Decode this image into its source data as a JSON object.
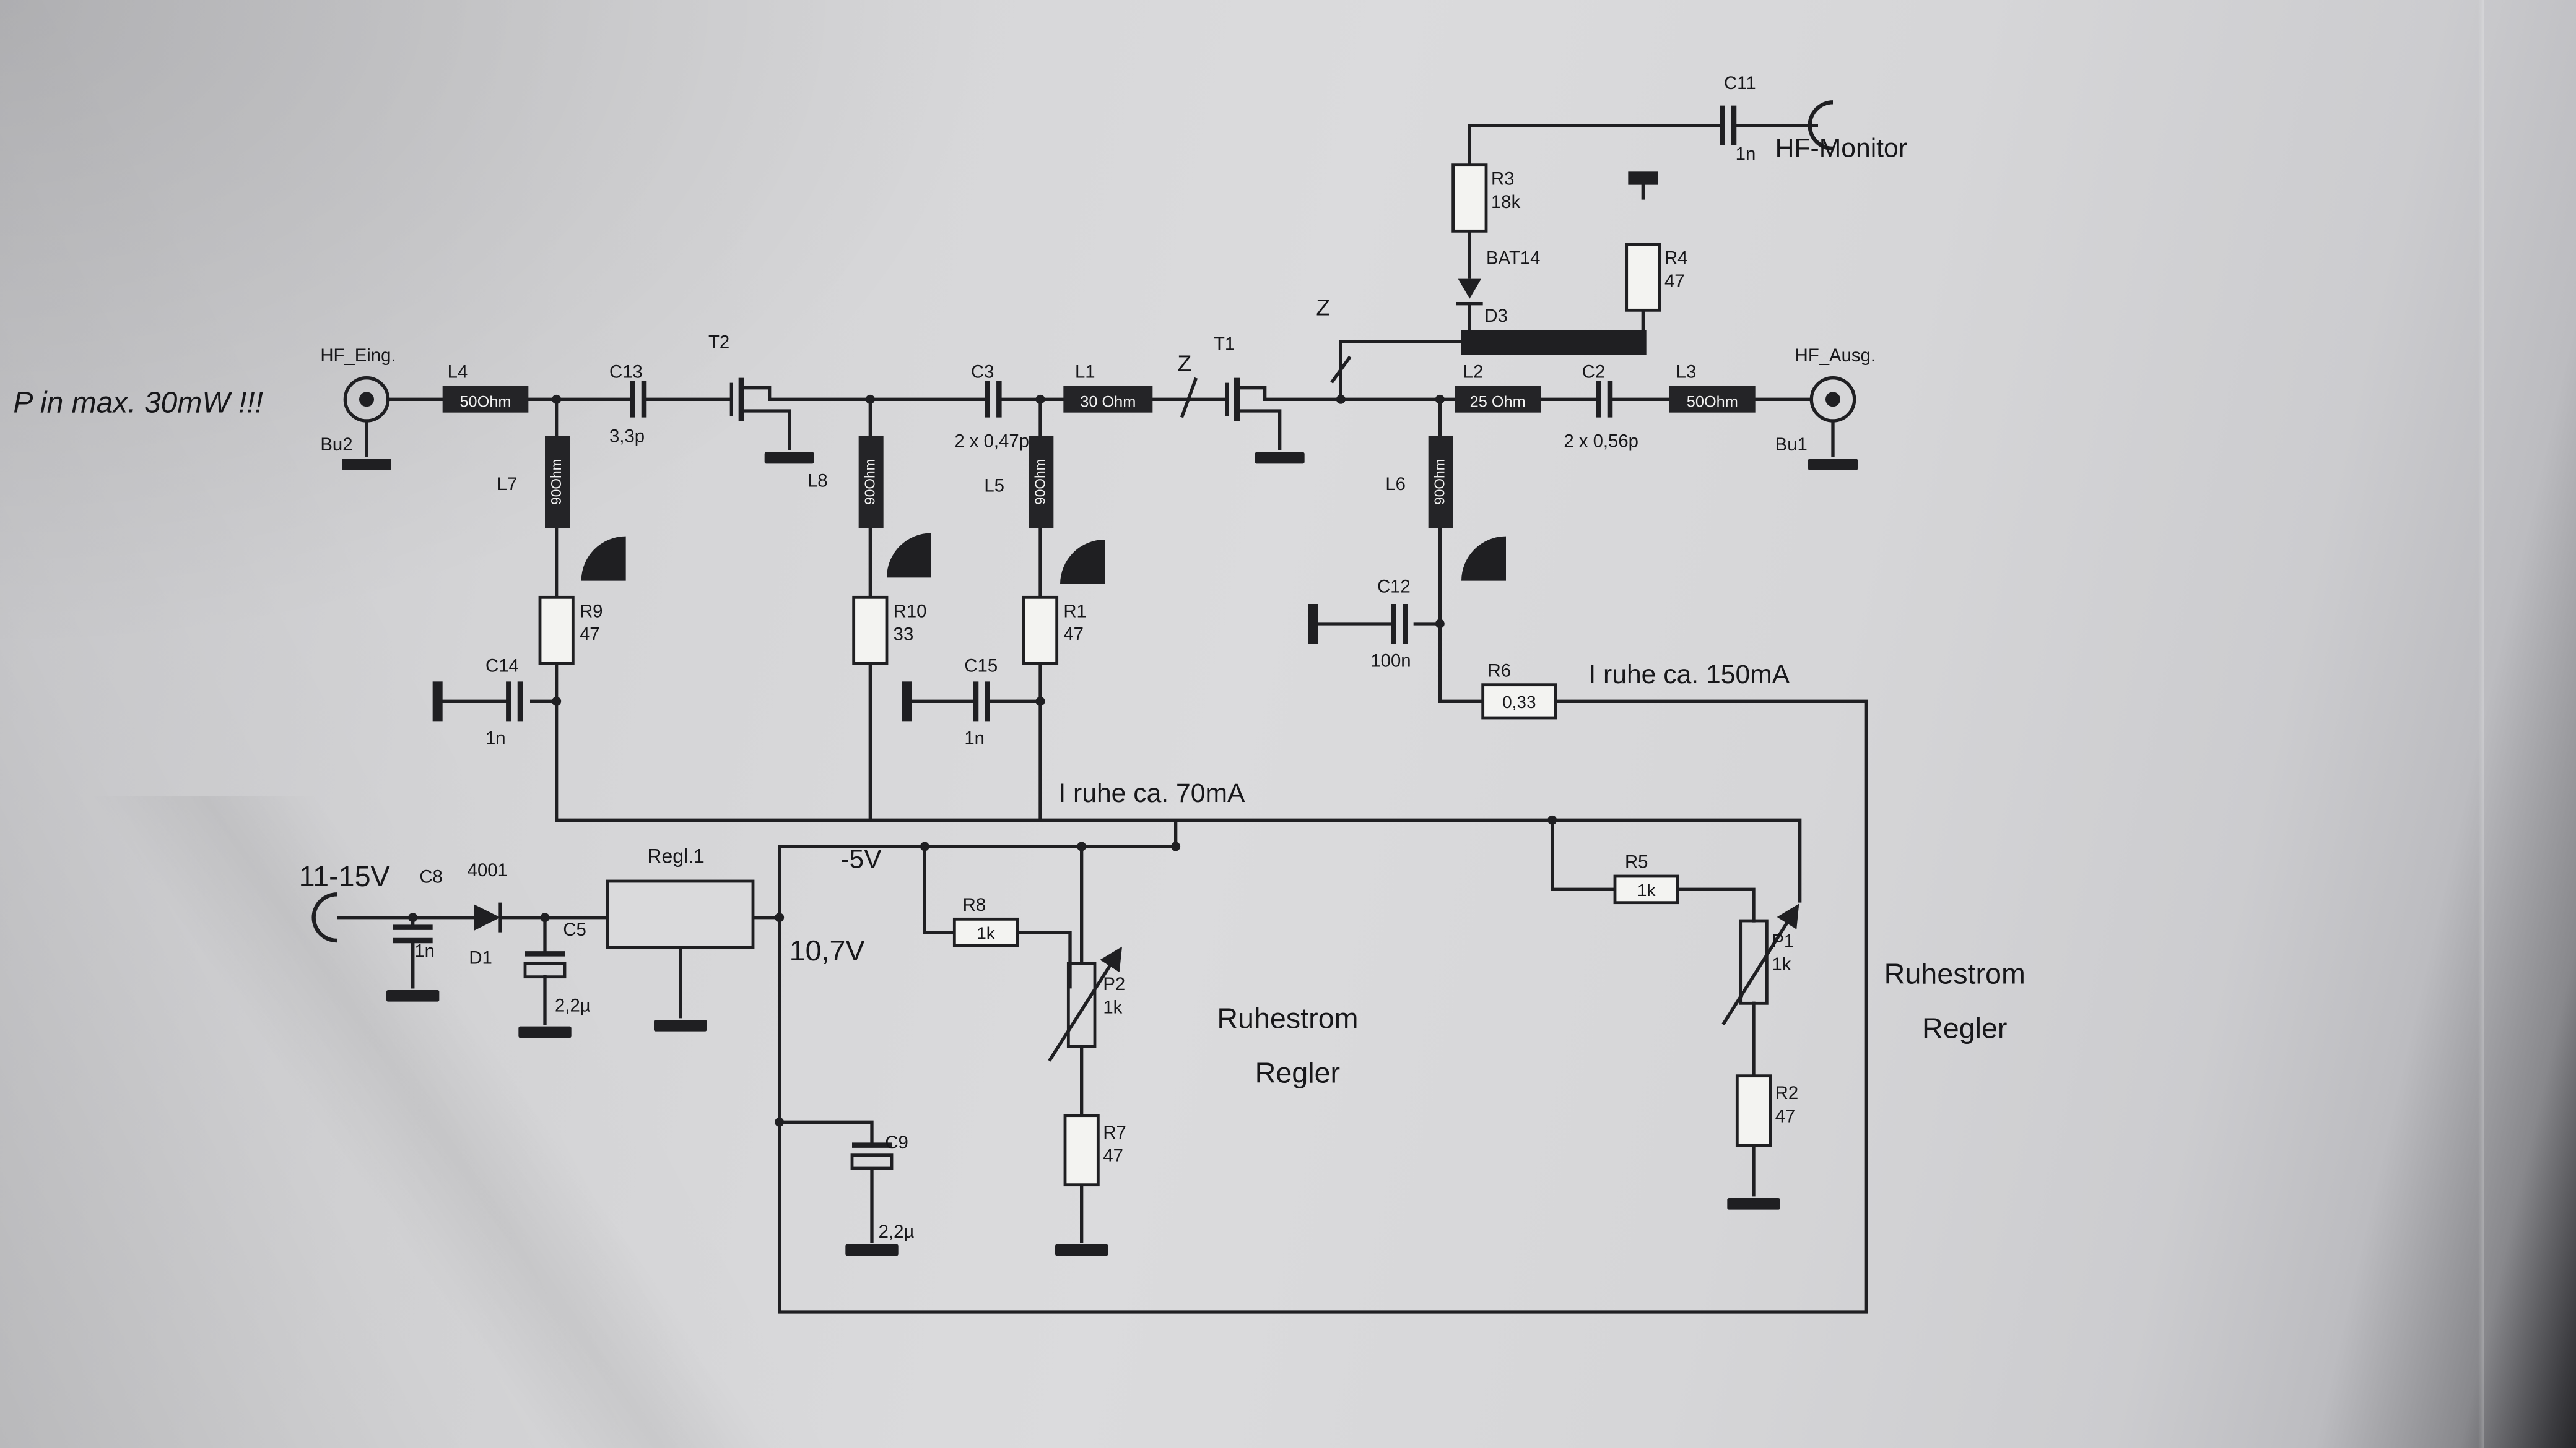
{
  "annotations": {
    "p_in_max": "P in max. 30mW !!!",
    "hf_monitor": "HF-Monitor",
    "i_ruhe_150": "I ruhe ca. 150mA",
    "i_ruhe_70": "I ruhe ca. 70mA",
    "supply_range": "11-15V",
    "neg_rail": "-5V",
    "reg_voltage": "10,7V",
    "z_bead_1": "Z",
    "z_bead_2": "Z",
    "ruhestrom_center_line1": "Ruhestrom",
    "ruhestrom_center_line2": "Regler",
    "ruhestrom_right_line1": "Ruhestrom",
    "ruhestrom_right_line2": "Regler"
  },
  "connectors": {
    "bu2": {
      "ref": "Bu2",
      "label": "HF_Eing."
    },
    "bu1": {
      "ref": "Bu1",
      "label": "HF_Ausg."
    }
  },
  "transistors": {
    "t2": {
      "ref": "T2"
    },
    "t1": {
      "ref": "T1"
    }
  },
  "striplines": {
    "l4": {
      "ref": "L4",
      "value": "50Ohm"
    },
    "l1": {
      "ref": "L1",
      "value": "30 Ohm"
    },
    "l2": {
      "ref": "L2",
      "value": "25 Ohm"
    },
    "l3": {
      "ref": "L3",
      "value": "50Ohm"
    },
    "l7": {
      "ref": "L7",
      "value": "90Ohm"
    },
    "l8": {
      "ref": "L8",
      "value": "90Ohm"
    },
    "l5": {
      "ref": "L5",
      "value": "90Ohm"
    },
    "l6": {
      "ref": "L6",
      "value": "90Ohm"
    }
  },
  "capacitors": {
    "c13": {
      "ref": "C13",
      "value": "3,3p"
    },
    "c3": {
      "ref": "C3",
      "value": "2 x 0,47p"
    },
    "c2": {
      "ref": "C2",
      "value": "2 x 0,56p"
    },
    "c11": {
      "ref": "C11",
      "value": "1n"
    },
    "c14": {
      "ref": "C14",
      "value": "1n"
    },
    "c15": {
      "ref": "C15",
      "value": "1n"
    },
    "c12": {
      "ref": "C12",
      "value": "100n"
    },
    "c8": {
      "ref": "C8",
      "value": "1n"
    },
    "c5": {
      "ref": "C5",
      "value": "2,2µ"
    },
    "c9": {
      "ref": "C9",
      "value": "2,2µ"
    }
  },
  "resistors": {
    "r9": {
      "ref": "R9",
      "value": "47"
    },
    "r10": {
      "ref": "R10",
      "value": "33"
    },
    "r1": {
      "ref": "R1",
      "value": "47"
    },
    "r6": {
      "ref": "R6",
      "value": "0,33"
    },
    "r3": {
      "ref": "R3",
      "value": "18k"
    },
    "r4": {
      "ref": "R4",
      "value": "47"
    },
    "r8": {
      "ref": "R8",
      "value": "1k"
    },
    "r7": {
      "ref": "R7",
      "value": "47"
    },
    "r5": {
      "ref": "R5",
      "value": "1k"
    },
    "r2": {
      "ref": "R2",
      "value": "47"
    }
  },
  "potentiometers": {
    "p2": {
      "ref": "P2",
      "value": "1k"
    },
    "p1": {
      "ref": "P1",
      "value": "1k"
    }
  },
  "diodes": {
    "d3": {
      "ref": "D3",
      "type": "BAT14"
    },
    "d1": {
      "ref": "D1",
      "type": "4001"
    }
  },
  "regulator": {
    "ref": "Regl.1"
  }
}
